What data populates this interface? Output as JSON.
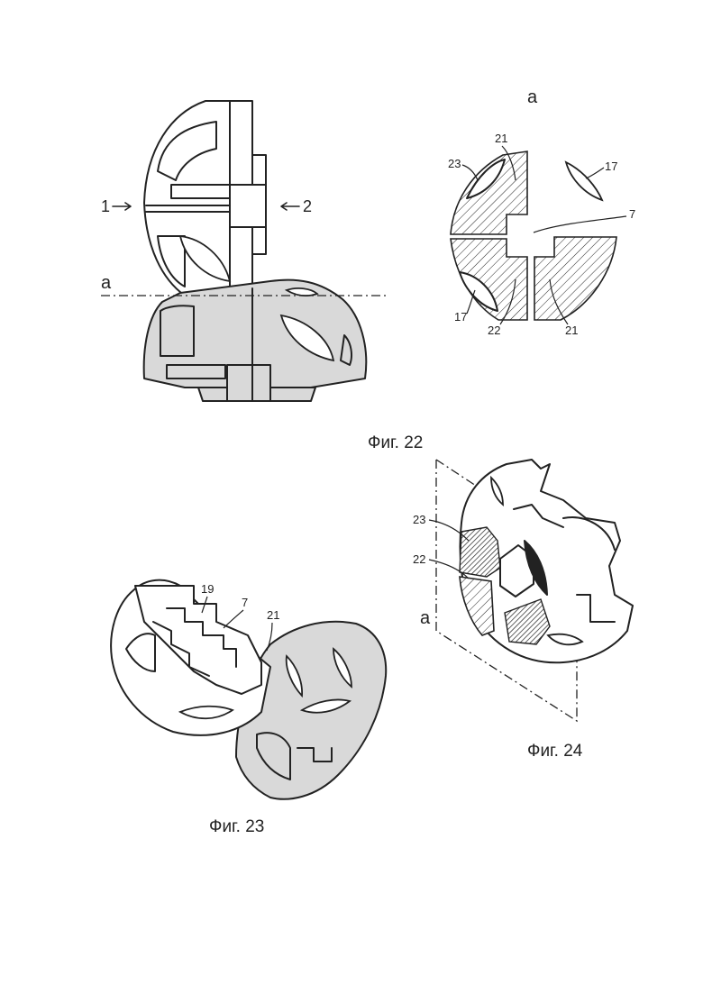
{
  "figures": [
    {
      "caption": "Фиг. 22",
      "labels": {
        "view_left": "1",
        "view_right": "2",
        "section": "a"
      },
      "section_labels": {
        "heading": "a",
        "l23": "23",
        "l21a": "21",
        "l17a": "17",
        "l7": "7",
        "l17b": "17",
        "l22": "22",
        "l21b": "21"
      }
    },
    {
      "caption": "Фиг. 23",
      "labels": {
        "l19": "19",
        "l7": "7",
        "l21": "21"
      }
    },
    {
      "caption": "Фиг. 24",
      "labels": {
        "l23": "23",
        "l22": "22",
        "section": "a"
      }
    }
  ],
  "colors": {
    "line": "#222222",
    "shaded_part": "#d9d9d9",
    "paper": "#ffffff"
  }
}
